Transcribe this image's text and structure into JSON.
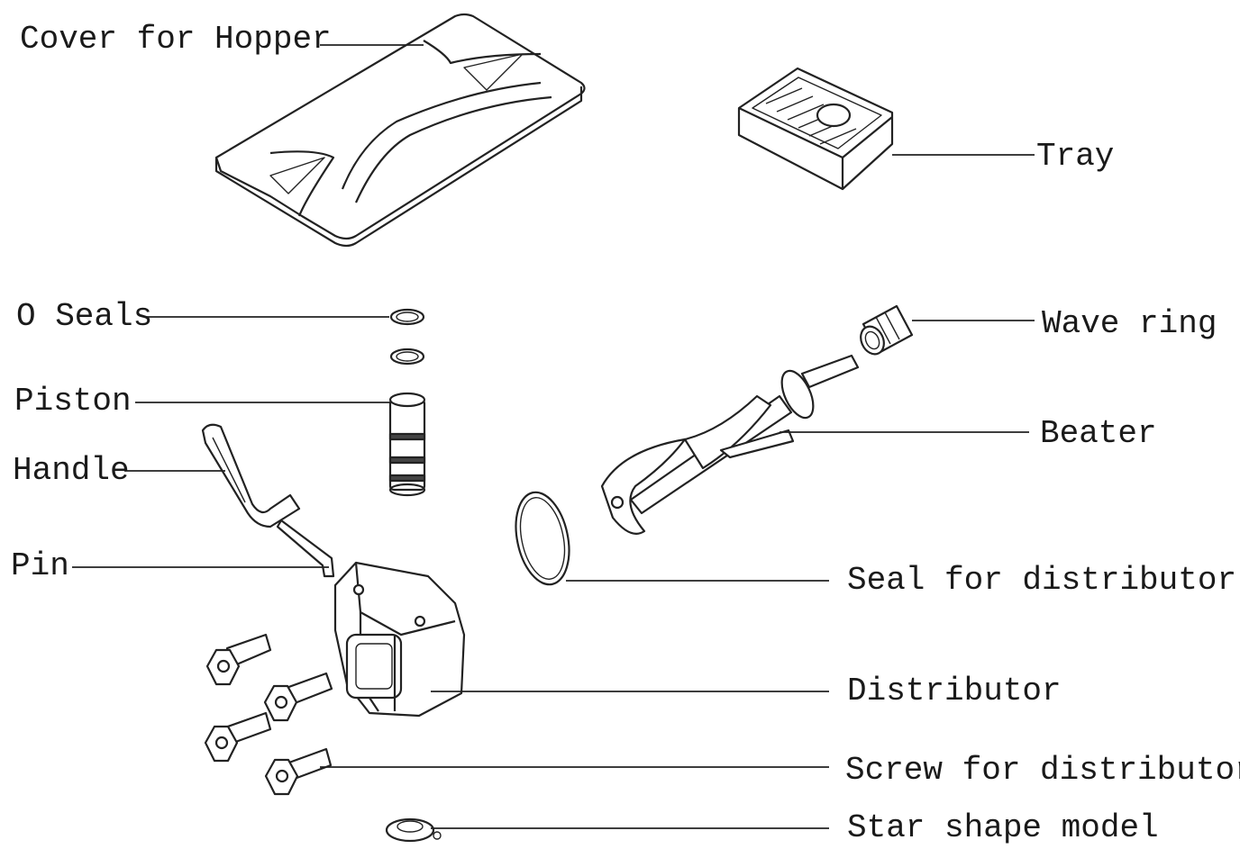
{
  "labels": {
    "cover": "Cover for Hopper",
    "tray": "Tray",
    "o_seals": "O Seals",
    "wave_ring": "Wave ring",
    "piston": "Piston",
    "beater": "Beater",
    "handle": "Handle",
    "pin": "Pin",
    "seal_distributor": "Seal for distributor",
    "distributor": "Distributor",
    "screw_distributor": "Screw for distributor",
    "star_shape": "Star shape model"
  }
}
